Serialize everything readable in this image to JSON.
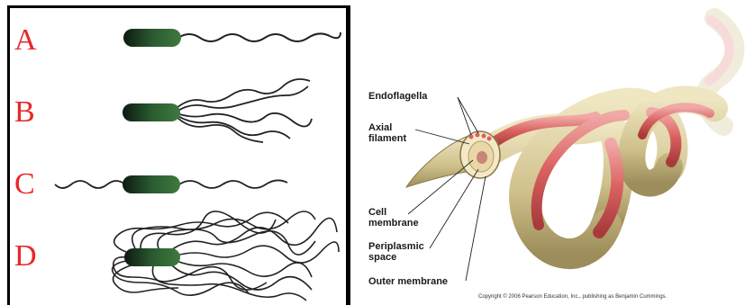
{
  "left": {
    "letter_color": "#e8272a",
    "rows": [
      {
        "letter": "A"
      },
      {
        "letter": "B"
      },
      {
        "letter": "C"
      },
      {
        "letter": "D"
      }
    ]
  },
  "right": {
    "labels": {
      "endoflagella": "Endoflagella",
      "axial_filament": [
        "Axial",
        "filament"
      ],
      "cell_membrane": [
        "Cell",
        "membrane"
      ],
      "periplasmic_space": [
        "Periplasmic",
        "space"
      ],
      "outer_membrane": "Outer membrane"
    },
    "copyright": "Copyright © 2006 Pearson Education, Inc., publishing as Benjamin Cummings."
  }
}
